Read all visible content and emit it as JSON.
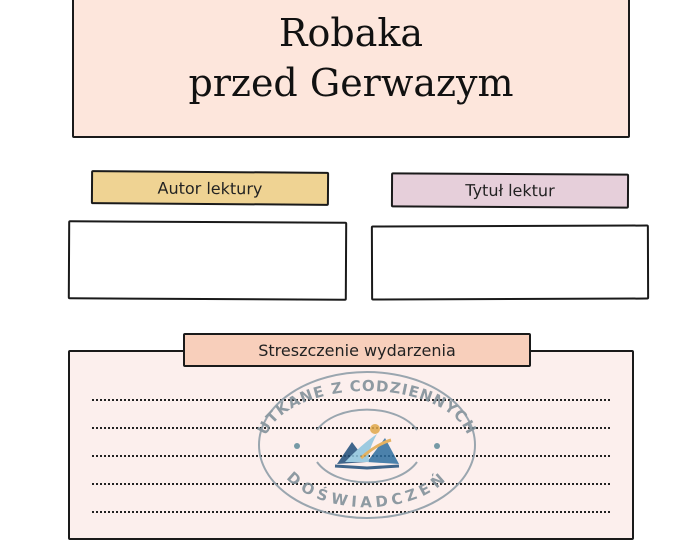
{
  "title": {
    "line2": "Robaka",
    "line3": "przed Gerwazym"
  },
  "fields": {
    "author_label": "Autor lektury",
    "author_value": "",
    "title_label": "Tytuł lektur",
    "title_value": ""
  },
  "summary": {
    "label": "Streszczenie wydarzenia",
    "line_count": 5
  },
  "watermark": {
    "text_top": "UTKANE Z CODZIENNYCH",
    "text_bottom": "DOŚWIADCZEŃ",
    "icon": "open-book-logo-icon"
  },
  "colors": {
    "title_bg": "#fde6dc",
    "author_bg": "#efd393",
    "title_label_bg": "#e6cfda",
    "summary_bg": "#fcefed",
    "summary_head_bg": "#f8cfbb"
  }
}
